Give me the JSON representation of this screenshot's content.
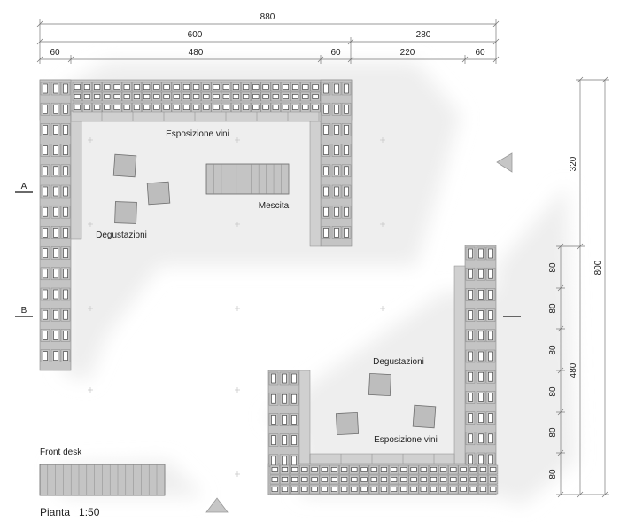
{
  "dimensions": {
    "top_total": "880",
    "top_sub_left": "600",
    "top_sub_right": "280",
    "top_segments": [
      "60",
      "480",
      "60",
      "220",
      "60"
    ],
    "right_total": "800",
    "right_upper": "320",
    "right_lower": "480",
    "right_segments": [
      "80",
      "80",
      "80",
      "80",
      "80",
      "80"
    ]
  },
  "section_markers": {
    "a": "A",
    "b": "B"
  },
  "labels": {
    "esposizione_vini_top": "Esposizione vini",
    "mescita": "Mescita",
    "degustazioni_left": "Degustazioni",
    "degustazioni_right": "Degustazioni",
    "esposizione_vini_bottom": "Esposizione vini",
    "front_desk": "Front desk"
  },
  "plan_title": "Pianta   1:50",
  "colors": {
    "shelf_fill": "#c4c4c4",
    "shelf_stroke": "#8a8a8a",
    "shadow": "#ededed",
    "dimension_line": "#777777",
    "text": "#222222"
  }
}
